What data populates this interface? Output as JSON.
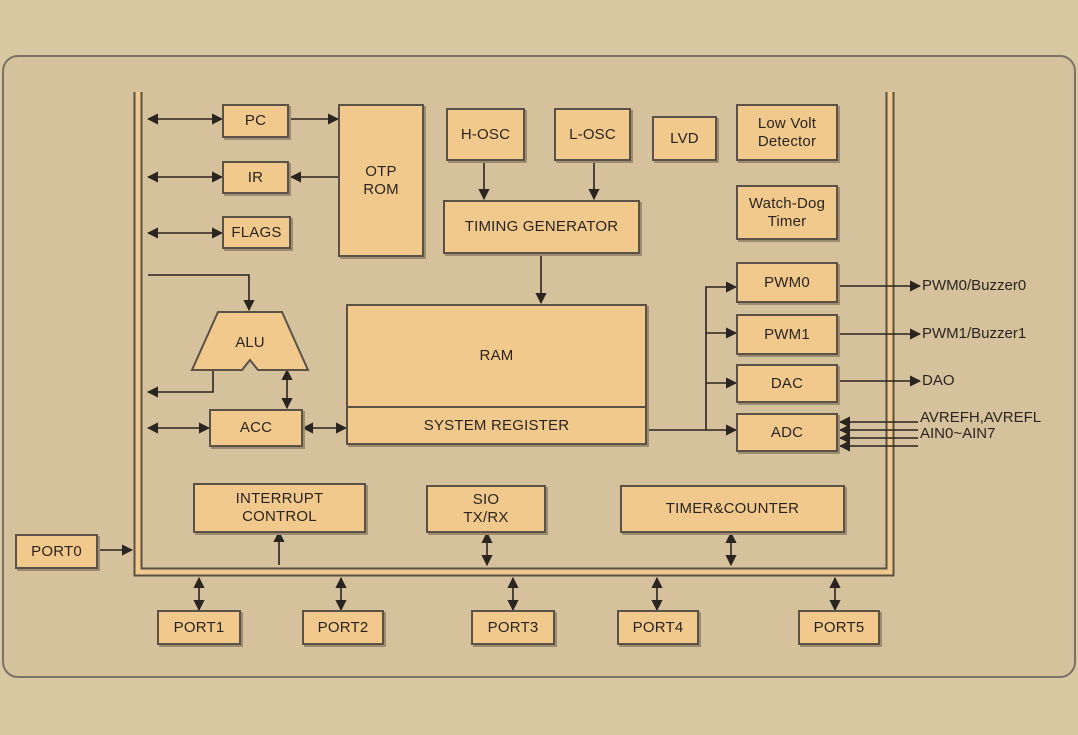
{
  "blocks": {
    "pc": "PC",
    "ir": "IR",
    "flags": "FLAGS",
    "otp_rom": "OTP\nROM",
    "h_osc": "H-OSC",
    "l_osc": "L-OSC",
    "lvd": "LVD",
    "low_volt_detector": "Low Volt\nDetector",
    "timing_generator": "TIMING GENERATOR",
    "watch_dog_timer": "Watch-Dog\nTimer",
    "alu": "ALU",
    "ram": "RAM",
    "acc": "ACC",
    "system_register": "SYSTEM REGISTER",
    "pwm0": "PWM0",
    "pwm1": "PWM1",
    "dac": "DAC",
    "adc": "ADC",
    "interrupt_control": "INTERRUPT\nCONTROL",
    "sio": "SIO\nTX/RX",
    "timer_counter": "TIMER&COUNTER",
    "port0": "PORT0",
    "port1": "PORT1",
    "port2": "PORT2",
    "port3": "PORT3",
    "port4": "PORT4",
    "port5": "PORT5"
  },
  "signals": {
    "pwm0_out": "PWM0/Buzzer0",
    "pwm1_out": "PWM1/Buzzer1",
    "dao": "DAO",
    "avref": "AVREFH,AVREFL",
    "ain": "AIN0~AIN7"
  },
  "colors": {
    "background": "#d8c8a2",
    "panel": "#d5c19c",
    "block_fill": "#f2c98c",
    "line": "#3a332c"
  }
}
